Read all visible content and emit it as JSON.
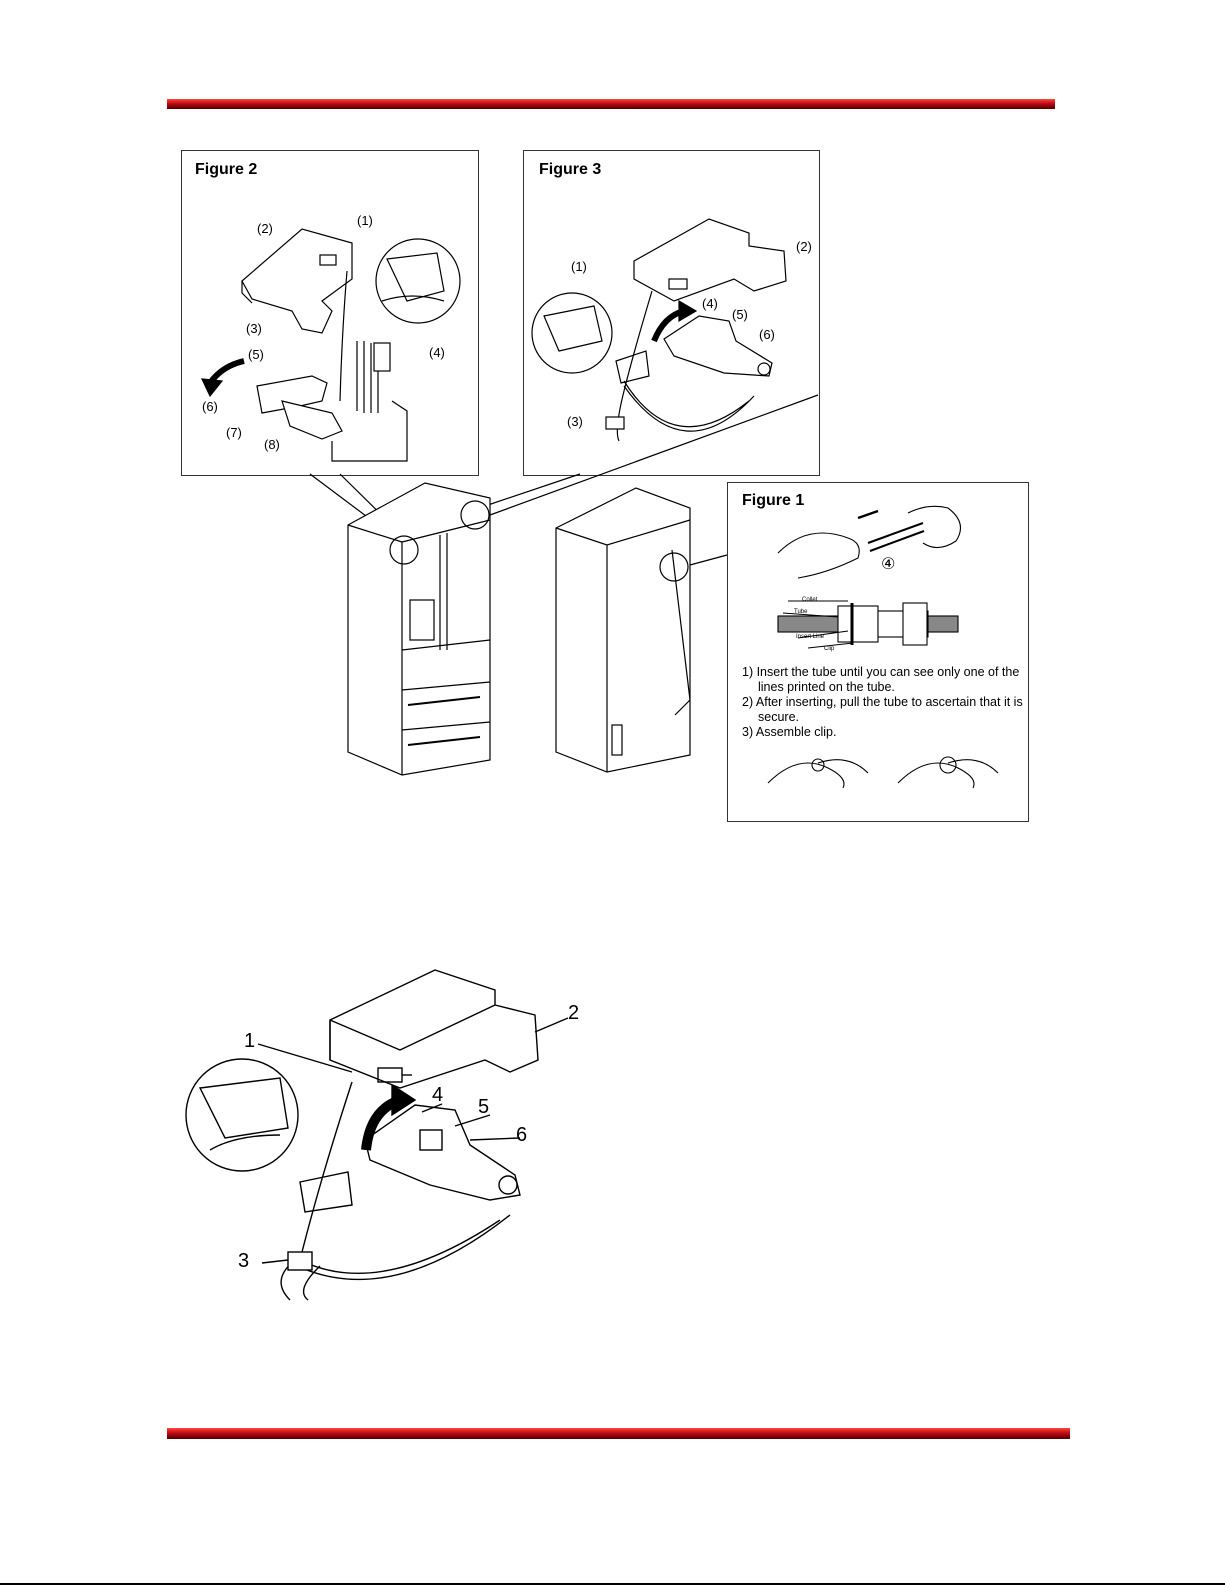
{
  "figure2": {
    "title": "Figure 2",
    "labels": {
      "l1": "(1)",
      "l2": "(2)",
      "l3": "(3)",
      "l4": "(4)",
      "l5": "(5)",
      "l6": "(6)",
      "l7": "(7)",
      "l8": "(8)"
    }
  },
  "figure3": {
    "title": "Figure 3",
    "labels": {
      "l1": "(1)",
      "l2": "(2)",
      "l3": "(3)",
      "l4": "(4)",
      "l5": "(5)",
      "l6": "(6)"
    }
  },
  "figure1": {
    "title": "Figure 1",
    "circled_label": "④",
    "diagram_labels": {
      "collet": "Collet",
      "tube": "Tube",
      "insert_line": "Insert Line",
      "clip": "Clip"
    },
    "steps": [
      "1) Insert the tube until you can see only one of the lines printed on the tube.",
      "2) After inserting, pull the tube to ascertain that it is secure.",
      "3) Assemble clip."
    ]
  },
  "large_figure": {
    "labels": {
      "l1": "1",
      "l2": "2",
      "l3": "3",
      "l4": "4",
      "l5": "5",
      "l6": "6"
    }
  }
}
